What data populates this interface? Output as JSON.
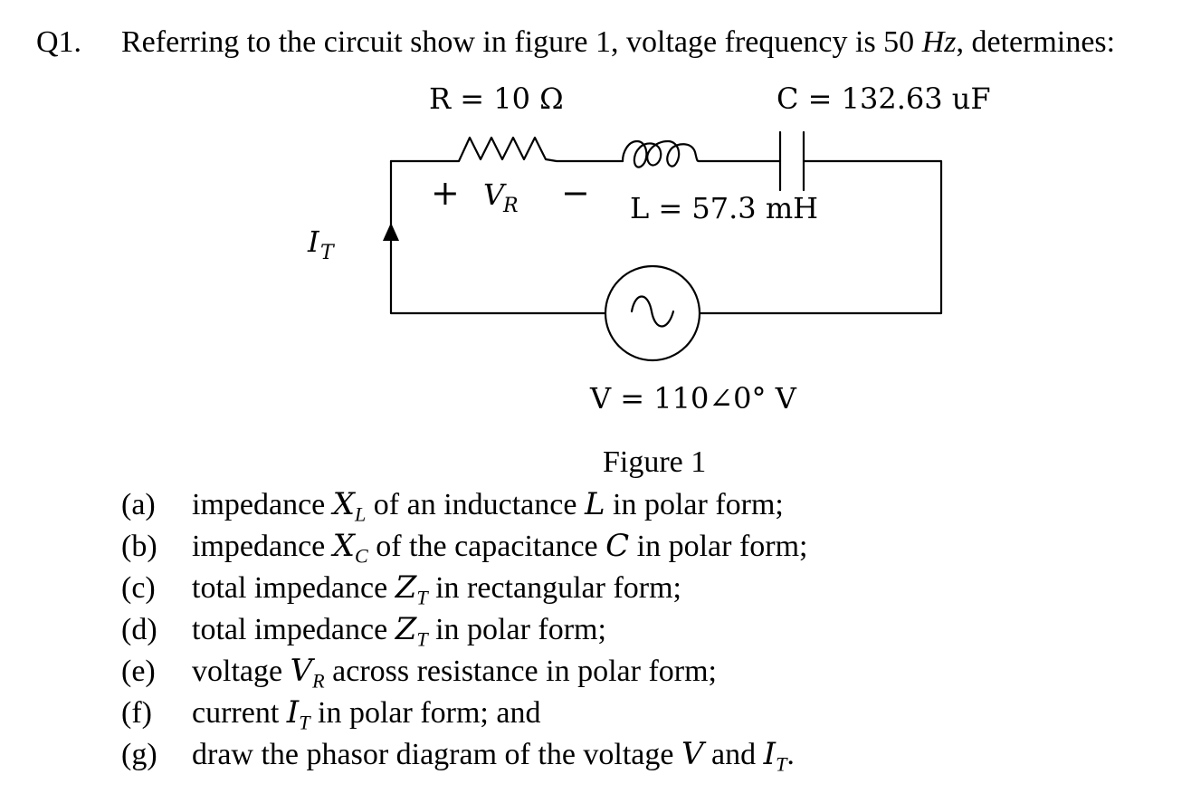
{
  "question": {
    "number": "Q1.",
    "pre": "Referring to the circuit show in figure 1, voltage frequency is 50 ",
    "unit": "Hz",
    "post": ", determines:"
  },
  "circuit": {
    "r_label": "R = 10 Ω",
    "c_label": "C = 132.63 uF",
    "l_label": "L = 57.3 mH",
    "vr_plus": "+",
    "vr_symbol": "V",
    "vr_sub": "R",
    "vr_minus": "−",
    "it_symbol": "I",
    "it_sub": "T",
    "v_label": "V = 110∠0° V"
  },
  "caption": "Figure 1",
  "parts": [
    {
      "mark": "(a)",
      "t1": "impedance ",
      "v": "X",
      "s": "L",
      "t2": " of an inductance ",
      "v2": "L",
      "t3": " in polar form;"
    },
    {
      "mark": "(b)",
      "t1": "impedance ",
      "v": "X",
      "s": "C",
      "t2": " of the capacitance ",
      "v2": "C",
      "t3": " in polar form;"
    },
    {
      "mark": "(c)",
      "t1": "total impedance ",
      "v": "Z",
      "s": "T",
      "t2": " in rectangular form;",
      "v2": "",
      "t3": ""
    },
    {
      "mark": "(d)",
      "t1": "total impedance ",
      "v": "Z",
      "s": "T",
      "t2": " in polar form;",
      "v2": "",
      "t3": ""
    },
    {
      "mark": "(e)",
      "t1": "voltage ",
      "v": "V",
      "s": "R",
      "t2": " across resistance in polar form;",
      "v2": "",
      "t3": ""
    },
    {
      "mark": "(f)",
      "t1": "current ",
      "v": "I",
      "s": "T",
      "t2": " in polar form; and",
      "v2": "",
      "t3": ""
    },
    {
      "mark": "(g)",
      "t1": "draw the phasor diagram of the voltage ",
      "v": "V",
      "s": "",
      "t2": " and ",
      "v2": "I",
      "s2": "T",
      "t3": "."
    }
  ]
}
